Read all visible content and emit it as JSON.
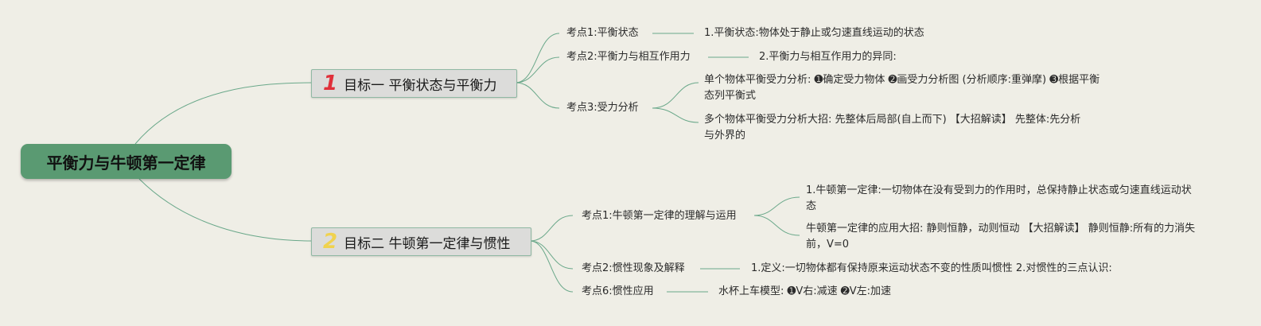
{
  "root": {
    "label": "平衡力与牛顿第一定律"
  },
  "goal1": {
    "number": "1",
    "label": "目标一 平衡状态与平衡力",
    "points": [
      {
        "label": "考点1:平衡状态",
        "details": [
          "1.平衡状态:物体处于静止或匀速直线运动的状态"
        ]
      },
      {
        "label": "考点2:平衡力与相互作用力",
        "details": [
          "2.平衡力与相互作用力的异同:"
        ]
      },
      {
        "label": "考点3:受力分析",
        "details": [
          "单个物体平衡受力分析: ➊确定受力物体 ➋画受力分析图 (分析顺序:重弹摩) ➌根据平衡态列平衡式",
          "多个物体平衡受力分析大招: 先整体后局部(自上而下) 【大招解读】 先整体:先分析与外界的"
        ]
      }
    ]
  },
  "goal2": {
    "number": "2",
    "label": "目标二 牛顿第一定律与惯性",
    "points": [
      {
        "label": "考点1:牛顿第一定律的理解与运用",
        "details": [
          "1.牛顿第一定律:一切物体在没有受到力的作用时，总保持静止状态或匀速直线运动状态",
          "牛顿第一定律的应用大招: 静则恒静，动则恒动 【大招解读】 静则恒静:所有的力消失前，V=0"
        ]
      },
      {
        "label": "考点2:惯性现象及解释",
        "details": [
          "1.定义:一切物体都有保持原来运动状态不变的性质叫惯性 2.对惯性的三点认识:"
        ]
      },
      {
        "label": "考点6:惯性应用",
        "details": [
          "水杯上车模型: ➊V右:减速 ➋V左:加速"
        ]
      }
    ]
  },
  "colors": {
    "line": "#6aa88a",
    "root": "#5a9a72",
    "goal_bg": "#dcdcda",
    "num1": "#e0303a",
    "num2": "#f0d24e",
    "background": "#efeee6"
  }
}
